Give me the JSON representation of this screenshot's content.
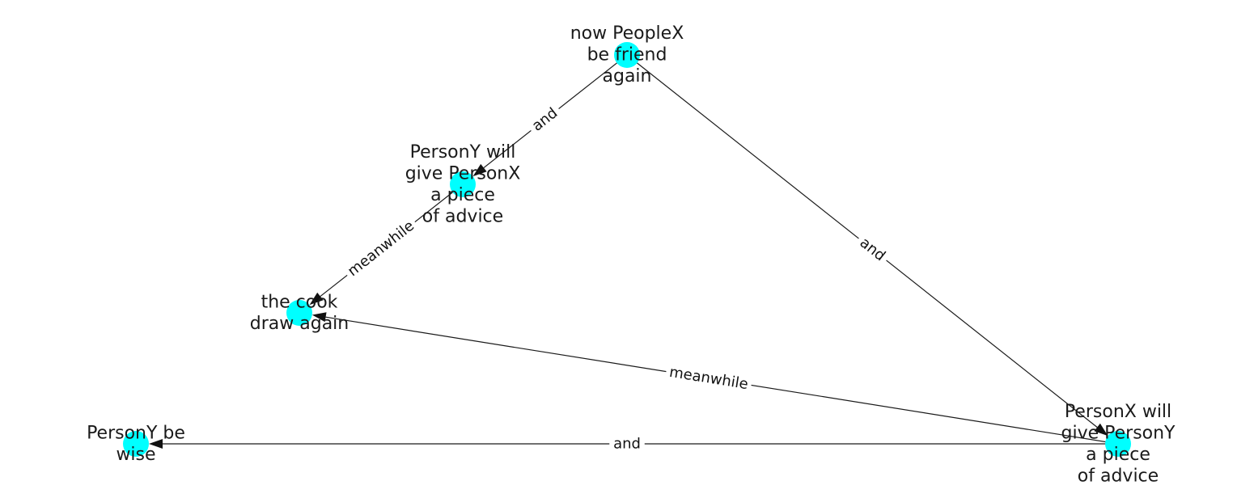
{
  "diagram": {
    "type": "directed-graph",
    "node_color": "#00ffff",
    "edge_color": "#1a1a1a",
    "nodes": [
      {
        "id": "n_friend",
        "lines": [
          "now PeopleX",
          "be friend",
          "again"
        ]
      },
      {
        "id": "n_y_advice",
        "lines": [
          "PersonY will",
          "give PersonX",
          "a piece",
          "of advice"
        ]
      },
      {
        "id": "n_cook",
        "lines": [
          "the cook",
          "draw again"
        ]
      },
      {
        "id": "n_wise",
        "lines": [
          "PersonY be",
          "wise"
        ]
      },
      {
        "id": "n_x_advice",
        "lines": [
          "PersonX will",
          "give PersonY",
          "a piece",
          "of advice"
        ]
      }
    ],
    "edges": [
      {
        "from": "n_friend",
        "to": "n_y_advice",
        "label": "and"
      },
      {
        "from": "n_friend",
        "to": "n_x_advice",
        "label": "and"
      },
      {
        "from": "n_y_advice",
        "to": "n_cook",
        "label": "meanwhile"
      },
      {
        "from": "n_x_advice",
        "to": "n_cook",
        "label": "meanwhile"
      },
      {
        "from": "n_x_advice",
        "to": "n_wise",
        "label": "and"
      }
    ]
  }
}
